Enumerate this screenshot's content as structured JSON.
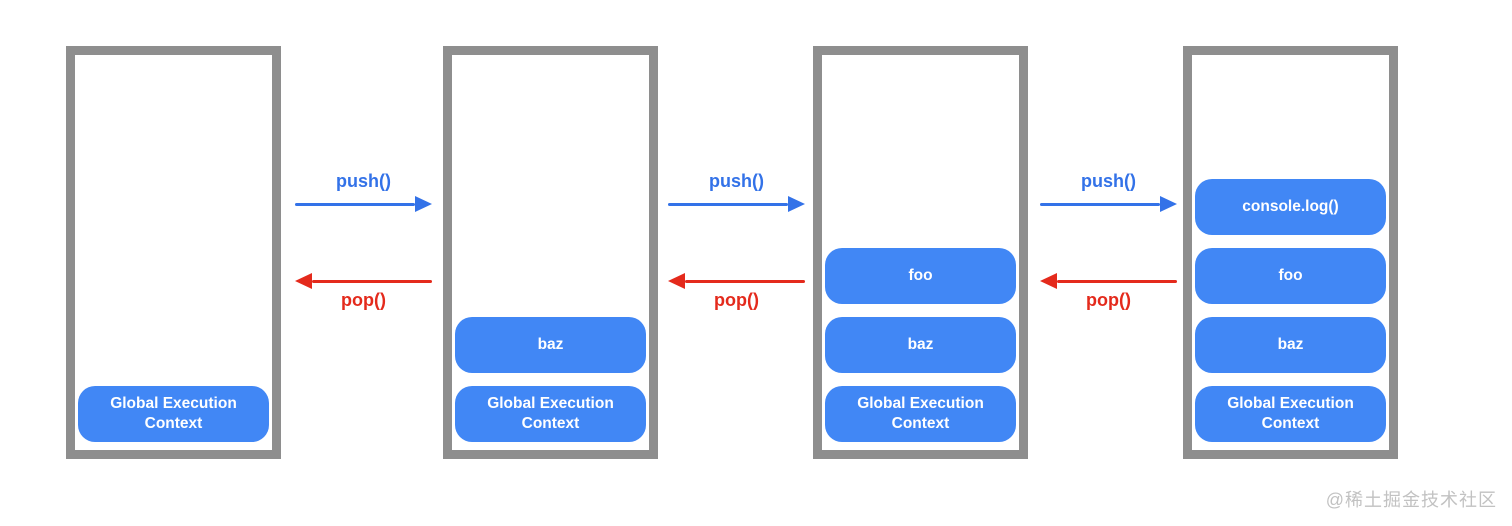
{
  "labels": {
    "push": "push()",
    "pop": "pop()"
  },
  "stacks": [
    {
      "name": "stack-1",
      "frames": [
        "Global Execution Context"
      ]
    },
    {
      "name": "stack-2",
      "frames": [
        "baz",
        "Global Execution Context"
      ]
    },
    {
      "name": "stack-3",
      "frames": [
        "foo",
        "baz",
        "Global Execution Context"
      ]
    },
    {
      "name": "stack-4",
      "frames": [
        "console.log()",
        "foo",
        "baz",
        "Global Execution Context"
      ]
    }
  ],
  "watermark": "@稀土掘金技术社区",
  "colors": {
    "frame_blue": "#4187F5",
    "push_blue": "#3372E8",
    "pop_red": "#E42A1C",
    "stack_border_gray": "#8E8E8E",
    "watermark_gray": "#C2C2C2"
  }
}
